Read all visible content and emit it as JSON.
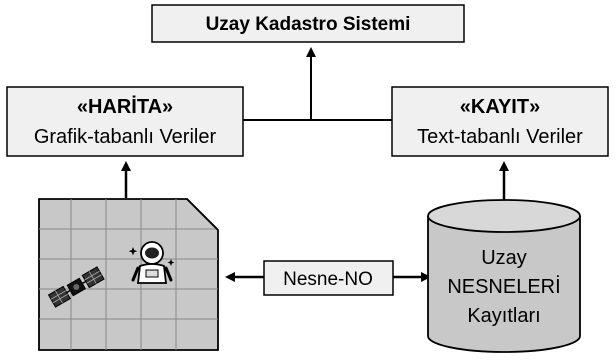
{
  "title_box": {
    "label": "Uzay Kadastro Sistemi"
  },
  "map_box": {
    "stereotype": "«HARİTA»",
    "label": "Grafik-tabanlı Veriler"
  },
  "record_box": {
    "stereotype": "«KAYIT»",
    "label": "Text-tabanlı Veriler"
  },
  "link_box": {
    "label": "Nesne-NO"
  },
  "database": {
    "line1": "Uzay",
    "line2": "NESNELERİ",
    "line3": "Kayıtları"
  },
  "icons": {
    "map": "grid-map-icon",
    "satellite": "satellite-icon",
    "astronaut": "astronaut-icon",
    "database": "database-cylinder-icon"
  },
  "colors": {
    "box_fill": "#f0f0f0",
    "map_fill": "#c8c8c8",
    "db_fill": "#c8c8c8",
    "stroke": "#000000"
  }
}
